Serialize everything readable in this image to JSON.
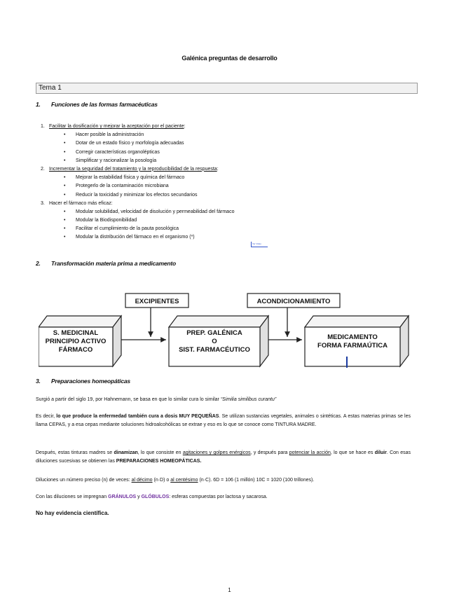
{
  "doc_title": "Galénica preguntas de desarrollo",
  "tema": "Tema 1",
  "sections": [
    {
      "num": "1.",
      "title": "Funciones de las formas farmacéuticas"
    },
    {
      "num": "2.",
      "title": "Transformación materia prima a medicamento"
    },
    {
      "num": "3.",
      "title": "Preparaciones homeopáticas"
    }
  ],
  "functions_list": [
    {
      "num": "1.",
      "text": "Facilitar la dosificación y mejorar la aceptación por el paciente",
      "suffix": ":",
      "bullets": [
        "Hacer posible la administración",
        "Dotar de un estado físico y morfología adecuadas",
        "Corregir características organolépticas",
        "Simplificar y racionalizar la posología"
      ]
    },
    {
      "num": "2.",
      "text": "Incrementar la seguridad del tratamiento y la reproducibilidad de la respuesta",
      "suffix": ":",
      "bullets": [
        "Mejorar la estabilidad física y química del fármaco",
        "Protegerlo de la contaminación microbiana",
        "Reducir la toxicidad y minimizar los efectos secundarios"
      ]
    },
    {
      "num": "3.",
      "text": "Hacer el fármaco más eficaz:",
      "suffix": "",
      "bullets": [
        "Modular solubilidad, velocidad de disolución y permeabilidad del fármaco",
        "Modular la Biodisponibilidad",
        "Facilitar el cumplimiento de la pauta posológica",
        "Modular la distribución del fármaco en el organismo (*)"
      ]
    }
  ],
  "video_label": "Ver Video",
  "diagram": {
    "excipientes": "EXCIPIENTES",
    "acondicionamiento": "ACONDICIONAMIENTO",
    "box1": [
      "S. MEDICINAL",
      "PRINCIPIO ACTIVO",
      "FÁRMACO"
    ],
    "box2": [
      "PREP. GALÉNICA",
      "O",
      "SIST. FARMACÉUTICO"
    ],
    "box3": [
      "MEDICAMENTO",
      "FORMA FARMAÚTICA"
    ]
  },
  "homeo": {
    "p1a": "Surgió a partir del siglo 19, por Hahnemann, se basa en que lo similar cura lo similar ",
    "p1b": "“Similia similibus curantu”",
    "p2a": "Es decir, ",
    "p2b": "lo que produce la enfermedad también cura a dosis MUY PEQUEÑAS",
    "p2c": ". Se utilizan sustancias vegetales, animales o sintéticas.  A estas materias primas se les llama CEPAS, y a esa cepas mediante soluciones hidroalcohólicas se extrae y eso es lo que se conoce como TINTURA MADRE.",
    "p3a": "Después, estas tinturas madres se ",
    "p3b": "dinamizan",
    "p3c": ", lo que consiste en ",
    "p3d": "agitaciones y golpes enérgicos",
    "p3e": ", y después para ",
    "p3f": "potenciar la acción",
    "p3g": ", lo que se hace es ",
    "p3h": "diluir",
    "p3i": ". Con esas diluciones sucesivas se obtienen las ",
    "p3j": "PREPARACIONES HOMEOPÁTICAS.",
    "p4a": "Diluciones un número preciso (n) de veces: ",
    "p4b": "al décimo",
    "p4c": " (n·D) o ",
    "p4d": "al centésimo",
    "p4e": " (n·C). 6D = 106 (1 millón) 10C = 1020 (100 trillones).",
    "p5a": "Con las diluciones se impregnan ",
    "p5b": "GRÁNULOS",
    "p5c": " y ",
    "p5d": "GLÓBULOS",
    "p5e": ": esferas compuestas por lactosa y sacarosa.",
    "p6": "No hay evidencia científica."
  },
  "page_number": "1"
}
